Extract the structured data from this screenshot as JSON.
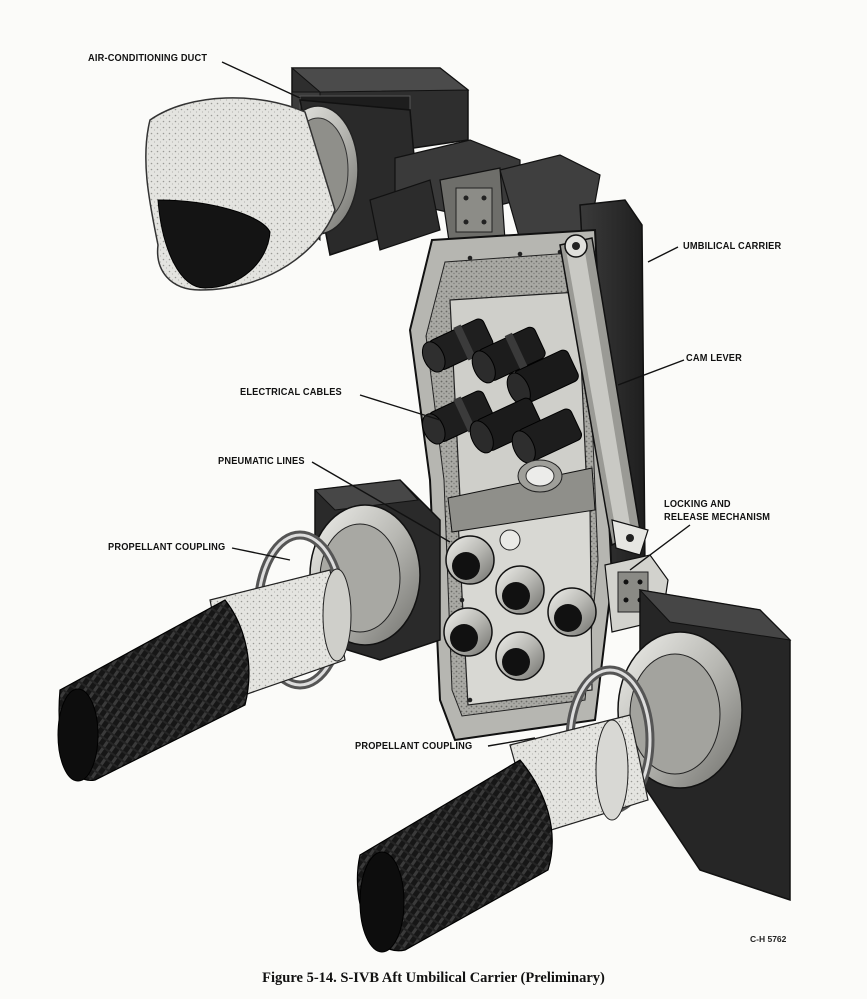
{
  "figure": {
    "caption": "Figure 5-14.  S-IVB Aft Umbilical Carrier (Preliminary)",
    "drawing_number": "C-H 5762"
  },
  "callouts": {
    "air_conditioning_duct": "AIR-CONDITIONING DUCT",
    "umbilical_carrier": "UMBILICAL CARRIER",
    "cam_lever": "CAM LEVER",
    "electrical_cables": "ELECTRICAL CABLES",
    "pneumatic_lines": "PNEUMATIC LINES",
    "locking_and_release_line1": "LOCKING AND",
    "locking_and_release_line2": "RELEASE MECHANISM",
    "propellant_coupling_left": "PROPELLANT COUPLING",
    "propellant_coupling_bottom": "PROPELLANT COUPLING"
  },
  "colors": {
    "housing_dark": "#2b2b2b",
    "housing_mid": "#4a4a4a",
    "housing_light": "#8a8a8a",
    "metal_light": "#d9d9d6",
    "hose_dark": "#141414",
    "paper": "#fbfbf9"
  }
}
